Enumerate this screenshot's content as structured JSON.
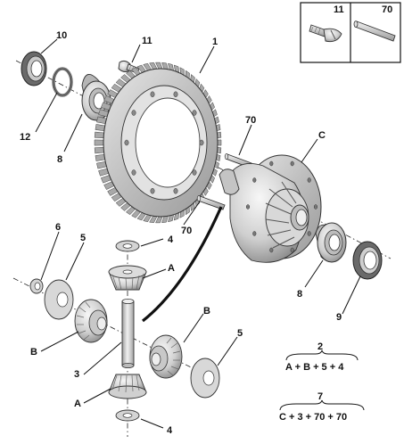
{
  "callouts": {
    "inset_11": "11",
    "inset_70": "70",
    "c10": "10",
    "c11": "11",
    "c1": "1",
    "c12": "12",
    "c8_top": "8",
    "c70_top": "70",
    "cC": "C",
    "c70_mid": "70",
    "c6": "6",
    "c5_left": "5",
    "c4_top": "4",
    "cA_top": "A",
    "cB_right": "B",
    "cB_left": "B",
    "c3": "3",
    "c5_right": "5",
    "cA_bottom": "A",
    "c4_bottom": "4",
    "c8_bottom": "8",
    "c9": "9"
  },
  "formulas": {
    "f1_result": "2",
    "f1_terms": "A + B + 5 + 4",
    "f2_result": "7",
    "f2_terms": "C + 3 + 70 + 70"
  },
  "colors": {
    "metal_light": "#eeeeee",
    "metal_mid": "#c8c8c8",
    "metal_dark": "#8a8a8a",
    "outline": "#333333",
    "seal_dark": "#555555"
  }
}
